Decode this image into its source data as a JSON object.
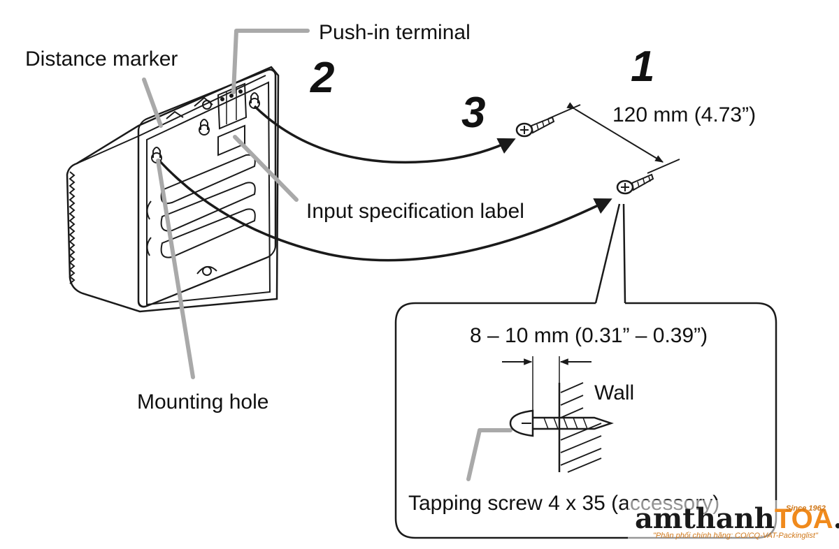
{
  "labels": {
    "distance_marker": "Distance marker",
    "push_in_terminal": "Push-in terminal",
    "input_spec_label": "Input specification label",
    "mounting_hole": "Mounting hole",
    "wall": "Wall",
    "tapping_screw": "Tapping screw 4 x 35 (accessory)"
  },
  "steps": {
    "step1": "1",
    "step2": "2",
    "step3": "3"
  },
  "dimensions": {
    "screw_spacing": "120 mm (4.73”)",
    "screw_protrusion": "8 – 10 mm (0.31” – 0.39”)"
  },
  "watermark": {
    "brand_prefix": "amthanh",
    "brand_highlight": "TOA",
    "brand_suffix": ".vn",
    "since": "Since 1962",
    "tagline": "\"Phân phối chính hãng: CO/CQ-VAT-Packinglist\""
  },
  "colors": {
    "ink": "#1a1a1a",
    "leader": "#a9a9a9",
    "brand_accent": "#f08a1c"
  }
}
